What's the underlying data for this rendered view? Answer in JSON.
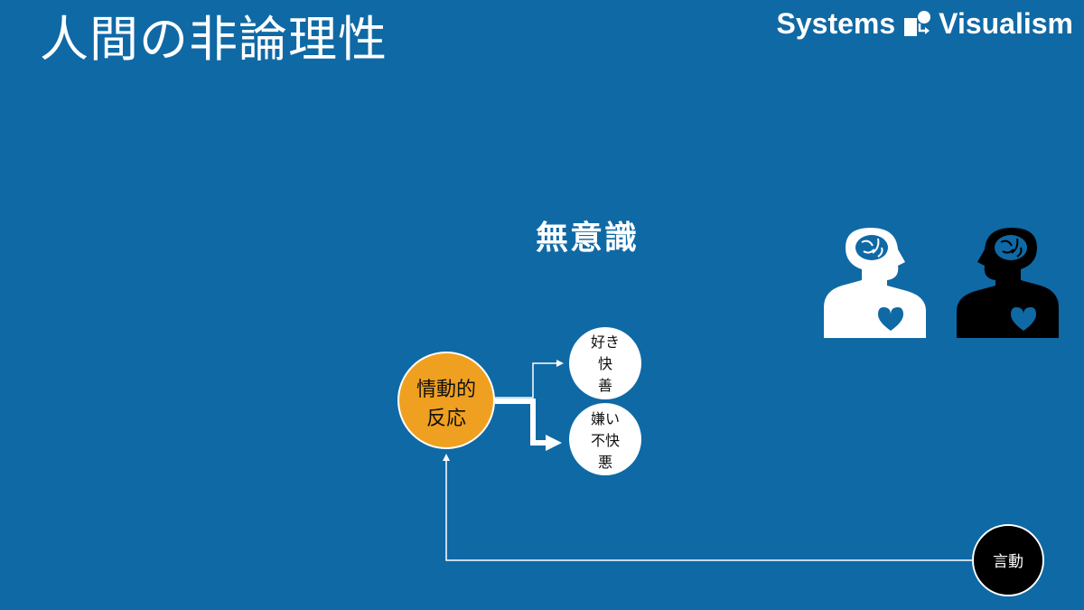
{
  "slide": {
    "title": "人間の非論理性"
  },
  "brand": {
    "left": "Systems",
    "right": "Visualism"
  },
  "diagram": {
    "section_label": "無意識",
    "nodes": {
      "emotional_reaction": [
        "情動的",
        "反応"
      ],
      "positive": [
        "好き",
        "快",
        "善"
      ],
      "negative": [
        "嫌い",
        "不快",
        "悪"
      ],
      "behavior": [
        "言動"
      ]
    },
    "figures": [
      "white-person-icon",
      "black-person-icon"
    ]
  },
  "colors": {
    "background": "#0f69a5",
    "accent_orange": "#f0a020",
    "node_white": "#ffffff",
    "node_black": "#000000"
  }
}
